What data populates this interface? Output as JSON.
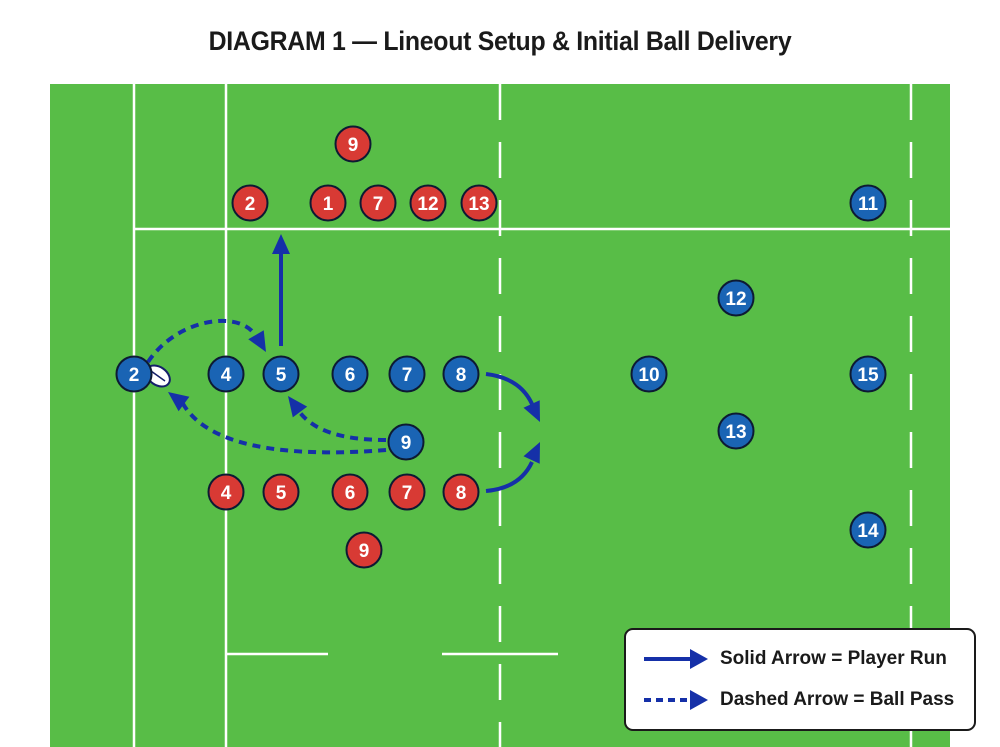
{
  "title": "DIAGRAM 1 — Lineout Setup & Initial Ball Delivery",
  "colors": {
    "field": "#58bd47",
    "line": "#ffffff",
    "blue_team": "#1a64b4",
    "red_team": "#d83a34",
    "arrow": "#1530a8"
  },
  "players": {
    "red": [
      "9",
      "2",
      "1",
      "7",
      "12",
      "13",
      "4",
      "5",
      "6",
      "7",
      "8",
      "9"
    ],
    "blue": [
      "11",
      "12",
      "2",
      "4",
      "5",
      "6",
      "7",
      "8",
      "10",
      "15",
      "9",
      "13",
      "14"
    ]
  },
  "legend": {
    "solid": "Solid Arrow = Player Run",
    "dashed": "Dashed Arrow = Ball Pass"
  }
}
